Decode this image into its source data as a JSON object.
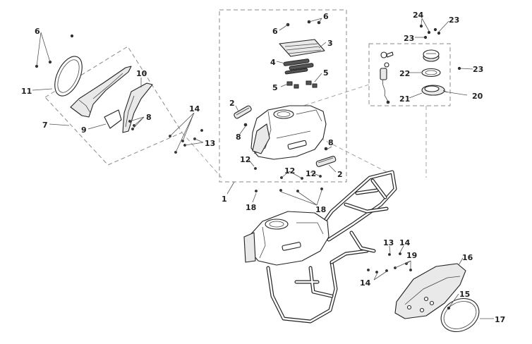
{
  "callouts": {
    "c1": "1",
    "c2a": "2",
    "c2b": "2",
    "c3": "3",
    "c4": "4",
    "c5a": "5",
    "c5b": "5",
    "c6a": "6",
    "c6b": "6",
    "c6c": "6",
    "c7": "7",
    "c8a": "8",
    "c8b": "8",
    "c8c": "8",
    "c9": "9",
    "c10": "10",
    "c11": "11",
    "c12a": "12",
    "c12b": "12",
    "c12c": "12",
    "c13a": "13",
    "c13b": "13",
    "c14a": "14",
    "c14b": "14",
    "c14c": "14",
    "c15": "15",
    "c16": "16",
    "c17": "17",
    "c18a": "18",
    "c18b": "18",
    "c19": "19",
    "c20": "20",
    "c21": "21",
    "c22": "22",
    "c23a": "23",
    "c23b": "23",
    "c23c": "23",
    "c24": "24"
  }
}
